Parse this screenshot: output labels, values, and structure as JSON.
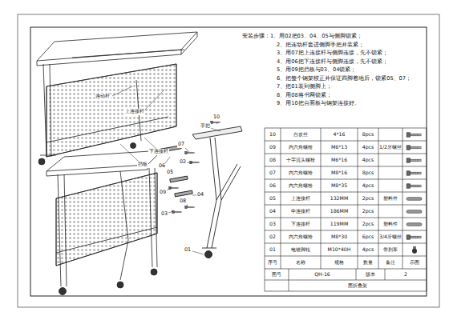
{
  "diagram": {
    "labels": [
      "安装步骤：1、用02把03、04、05与侧脚锁紧；",
      "2、把连动杆套进侧脚手把并装紧；",
      "3、用07把上连接杆与侧脚连接，先不锁紧；",
      "4、用06把下连接杆与侧脚连接，先不锁紧；",
      "5、用09把挡板与03、04锁紧；",
      "6、把整个钢架校正并保证四脚着地后，锁紧05、07；",
      "7、把01装到侧脚上；",
      "8、用08将书网锁紧；",
      "9、用10把台面板与钢架连接好。",
      "连动杆",
      "上连接杆",
      "挡板",
      "下连接杆",
      "手把",
      "10",
      "07",
      "06",
      "05",
      "02",
      "09",
      "08",
      "03",
      "04",
      "01",
      "10",
      "自攻丝",
      "4*16",
      "8pcs",
      "09",
      "内六角螺栓",
      "M6*13",
      "4pcs",
      "1/2牙螺丝",
      "08",
      "十字沉头螺栓",
      "M6*16",
      "4pcs",
      "07",
      "内六角螺栓",
      "M8*16",
      "8pcs",
      "06",
      "内六角螺栓",
      "M8*35",
      "4pcs",
      "05",
      "上连接杆",
      "132MM",
      "2pcs",
      "塑料件",
      "04",
      "中连接杆",
      "186MM",
      "2pcs",
      "03",
      "下连接杆",
      "119MM",
      "2pcs",
      "塑料件",
      "02",
      "内六角螺栓",
      "M8*30",
      "6pcs",
      "3/4牙螺丝",
      "01",
      "电镀脚轮",
      "M10*40H",
      "4pcs",
      "带刹车",
      "序号",
      "名称",
      "规格",
      "数量",
      "备注",
      "示图",
      "图号",
      "QH-16",
      "版本",
      "2",
      "面折叠架"
    ]
  }
}
